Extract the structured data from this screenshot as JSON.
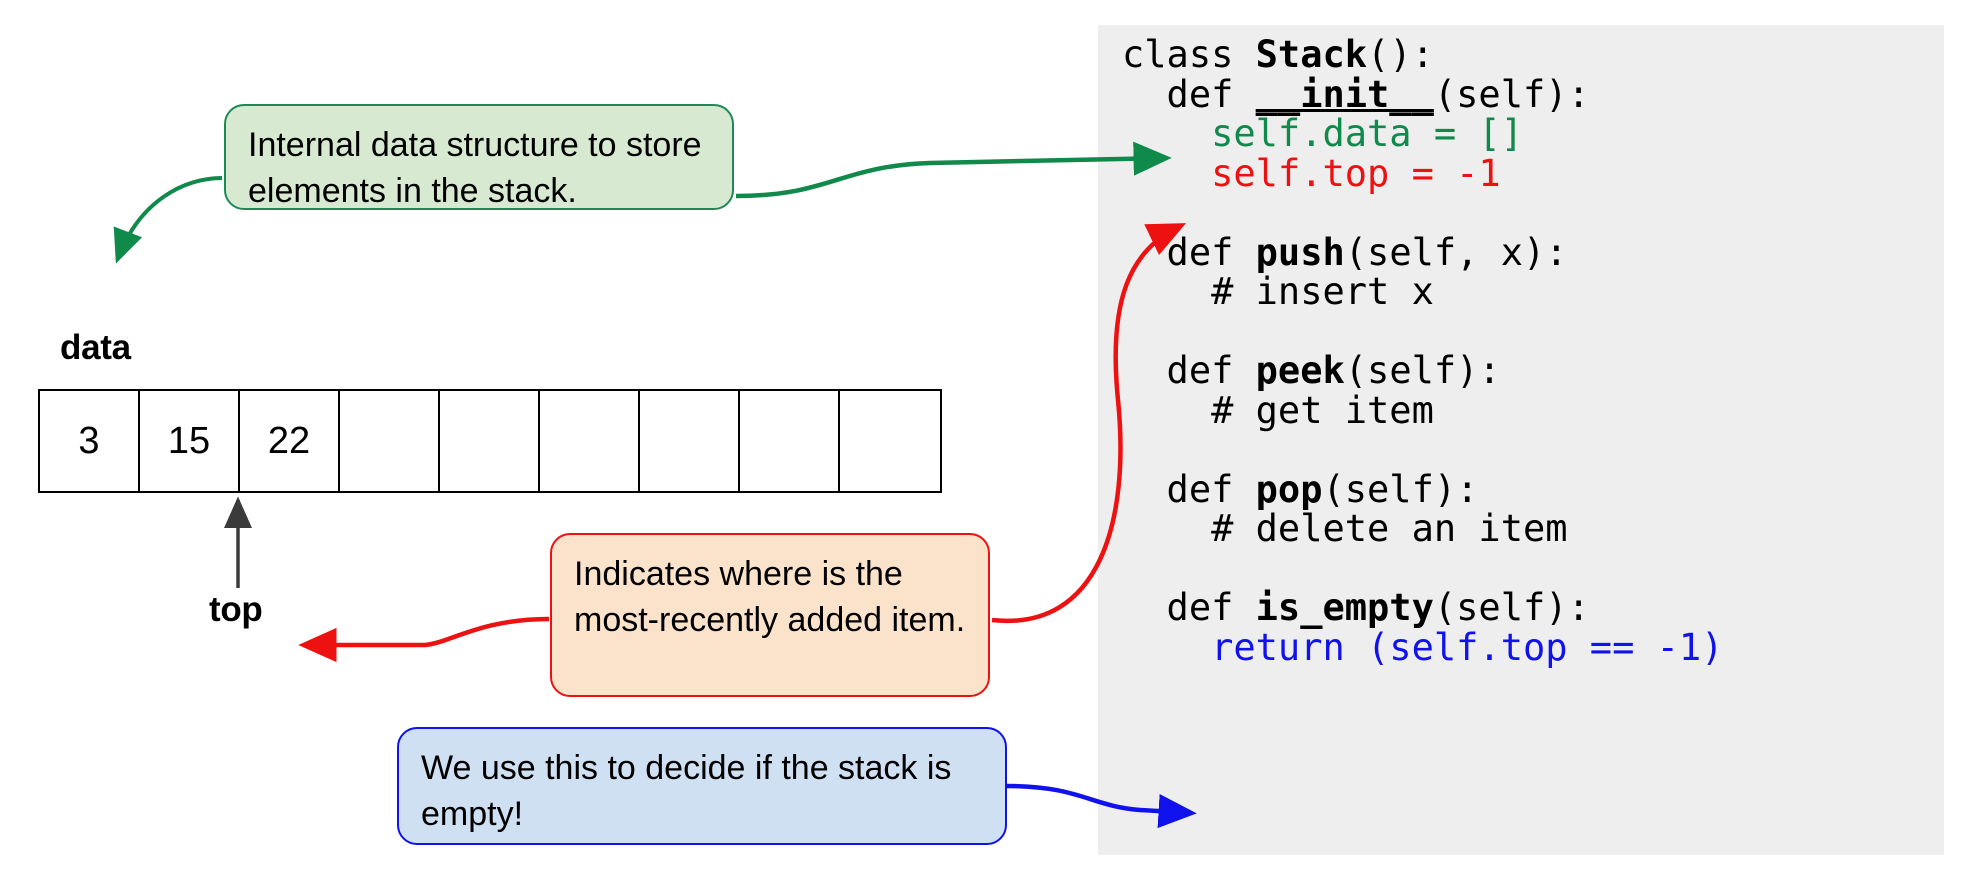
{
  "code": {
    "language": "python",
    "lines": [
      [
        {
          "t": "class ",
          "s": "plain"
        },
        {
          "t": "Stack",
          "s": "bold"
        },
        {
          "t": "():",
          "s": "plain"
        }
      ],
      [
        {
          "t": "  def ",
          "s": "plain"
        },
        {
          "t": "__init__",
          "s": "bold-underline"
        },
        {
          "t": "(self):",
          "s": "plain"
        }
      ],
      [
        {
          "t": "    self.data = []",
          "s": "green"
        }
      ],
      [
        {
          "t": "    self.top = -1",
          "s": "red"
        }
      ],
      [
        {
          "t": "",
          "s": "plain"
        }
      ],
      [
        {
          "t": "  def ",
          "s": "plain"
        },
        {
          "t": "push",
          "s": "bold"
        },
        {
          "t": "(self, x):",
          "s": "plain"
        }
      ],
      [
        {
          "t": "    # insert x",
          "s": "plain"
        }
      ],
      [
        {
          "t": "",
          "s": "plain"
        }
      ],
      [
        {
          "t": "  def ",
          "s": "plain"
        },
        {
          "t": "peek",
          "s": "bold"
        },
        {
          "t": "(self):",
          "s": "plain"
        }
      ],
      [
        {
          "t": "    # get item",
          "s": "plain"
        }
      ],
      [
        {
          "t": "",
          "s": "plain"
        }
      ],
      [
        {
          "t": "  def ",
          "s": "plain"
        },
        {
          "t": "pop",
          "s": "bold"
        },
        {
          "t": "(self):",
          "s": "plain"
        }
      ],
      [
        {
          "t": "    # delete an item",
          "s": "plain"
        }
      ],
      [
        {
          "t": "",
          "s": "plain"
        }
      ],
      [
        {
          "t": "  def ",
          "s": "plain"
        },
        {
          "t": "is_empty",
          "s": "bold-underline-partial"
        },
        {
          "t": "(self):",
          "s": "plain"
        }
      ],
      [
        {
          "t": "    return (self.top == -1)",
          "s": "blue"
        }
      ]
    ]
  },
  "array": {
    "label": "data",
    "pointer_label": "top",
    "pointer_index": 2,
    "cells": [
      "3",
      "15",
      "22",
      "",
      "",
      "",
      "",
      "",
      ""
    ]
  },
  "callouts": {
    "green": {
      "text": "Internal data structure to store elements in the stack.",
      "color": "#1d8a55",
      "fill": "#d7ead1"
    },
    "orange": {
      "text": "Indicates where is the most-recently added item.",
      "color": "#ee1111",
      "fill": "#fbe2cb"
    },
    "blue": {
      "text": "We use this to decide if the stack is empty!",
      "color": "#1111ee",
      "fill": "#cfe0f3"
    }
  },
  "colors": {
    "panel_background": "#eeeeee",
    "page_background": "#ffffff",
    "green": "#108a4a",
    "red": "#ee1111",
    "blue": "#1111ee",
    "ink": "#000000",
    "pointer_arrow": "#3b3b3b"
  }
}
